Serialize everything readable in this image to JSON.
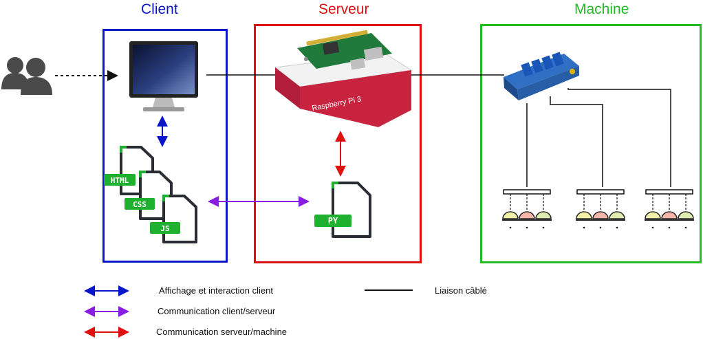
{
  "sections": {
    "client": {
      "title": "Client",
      "color": "#0a16c9"
    },
    "serveur": {
      "title": "Serveur",
      "color": "#e01010"
    },
    "machine": {
      "title": "Machine",
      "color": "#22bb22"
    }
  },
  "files": {
    "html": "HTML",
    "css": "CSS",
    "js": "JS",
    "py": "PY"
  },
  "board_label": "Raspberry Pi 3",
  "legend": {
    "blue": "Affichage et interaction client",
    "purple": "Communication client/serveur",
    "red": "Communication serveur/machine",
    "wire": "Liaison câblé"
  },
  "colors": {
    "blue_arrow": "#0a16c9",
    "purple_arrow": "#8a1ee0",
    "red_arrow": "#e01010",
    "file_accent": "#20b030",
    "file_dark": "#2a2d33"
  }
}
